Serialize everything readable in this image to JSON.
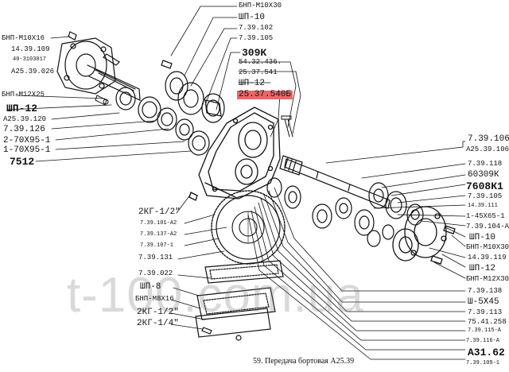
{
  "diagram": {
    "caption_num": "59.",
    "caption_text": "Передача бортовая  А25.39",
    "watermark": "t-100.com.ua",
    "highlight_color": "#e8686a",
    "labels": {
      "top_bolt": "БНП-М10Х30",
      "sp10_top": "ШП-10",
      "p739102": "7.39.102",
      "p739105": "7.39.105",
      "bolt_left": "БНП-М10Х16",
      "p1439109": "14.39.109",
      "p403103017": "40-3103017",
      "a2539026": "А25.39.026",
      "p309k": "309К",
      "p5432436": "54.32.436.",
      "p2537541": "25.37.541",
      "sp12_mid": "ШП-12",
      "p2537540b": "25.37.540Б",
      "bolt_m12": "БНП-М12Х25",
      "sp12_left": "ШП-12",
      "a2539120": "А25.39.120",
      "p739126": "7.39.126",
      "p70x95_2": "2-70Х95-1",
      "p70x95_1": "1-70Х95-1",
      "p7512": "7512",
      "p739106": "7.39.106",
      "a2539106": "А25.39.106",
      "p739118": "7.39.118",
      "p60309k": "60309К",
      "p7608k1": "7608К1",
      "p739105_r": "7.39.105",
      "p1439111": "14.39.111",
      "p45x65": "1-45Х65-1",
      "p739104a": "7.39.104-А",
      "sp10_right": "ШП-10",
      "bolt_m10x30_r": "БНП-М10Х30",
      "p1439119": "14.39.119",
      "sp12_right": "ШП-12",
      "bolt_m12x30": "БНП-М12Х30",
      "p739138": "7.39.138",
      "p5x45": "Ш-5Х45",
      "p739113": "7.39.113",
      "p7541258": "75.41.258",
      "p739115a": "7.39.115-А",
      "p739116a": "7.39.116-А",
      "a3162": "А31.62",
      "p739109_1": "7.39.109-1",
      "kg12_top": "2КГ-1/2\"",
      "p739101a2": "7.39.101-А2",
      "p739137a2": "7.39.137-А2",
      "p7391071": "7.39.107-1",
      "p739131": "7.39.131",
      "p739022": "7.39.022",
      "sp8": "ШП-8",
      "bolt_m8x16": "БНП-М8Х16",
      "kg12_bot": "2КГ-1/2\"",
      "kg14": "2КГ-1/4\""
    }
  }
}
